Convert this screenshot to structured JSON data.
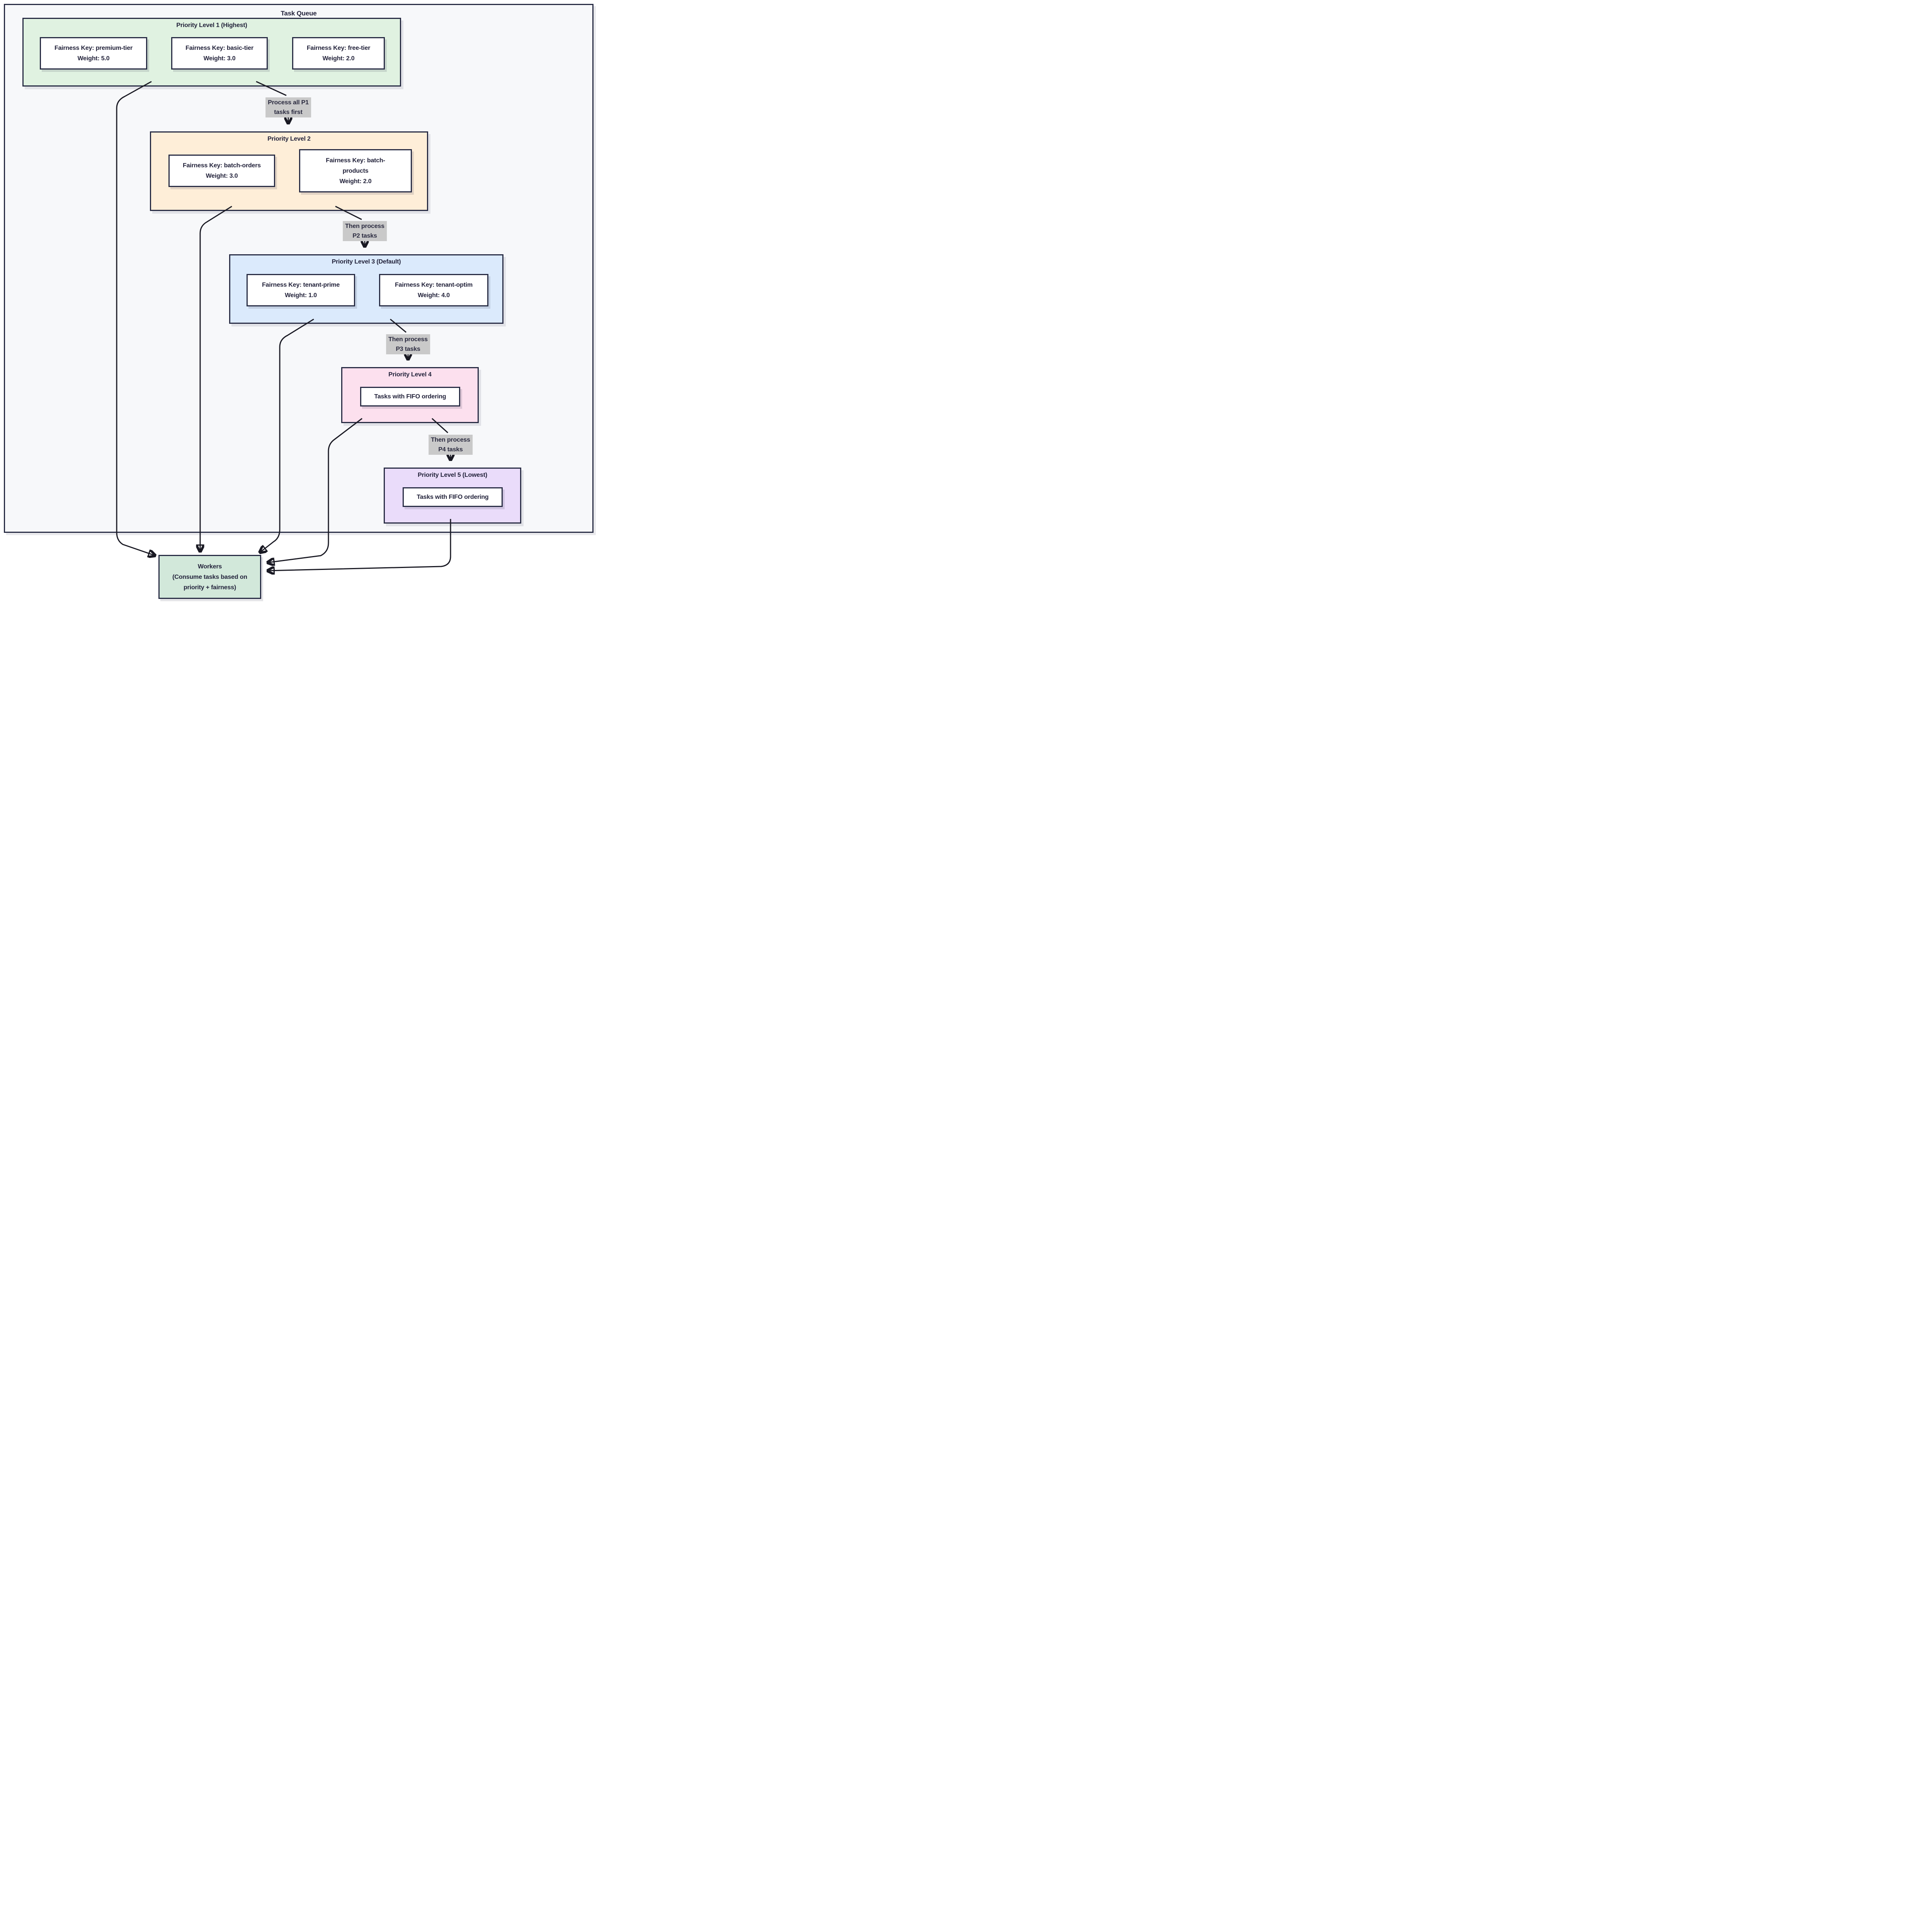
{
  "colors": {
    "page_bg": "#ffffff",
    "outer_bg": "#f7f8fa",
    "border": "#282c44",
    "arrow": "#191923",
    "level1_bg": "#e0f2e1",
    "level2_bg": "#feeed8",
    "level3_bg": "#dbeafc",
    "level4_bg": "#fce0ee",
    "level5_bg": "#eadcfa",
    "workers_bg": "#d2e8da",
    "edge_label_bg": "#c9c9c9",
    "text": "#23233b"
  },
  "outer": {
    "title": "Task Queue"
  },
  "levels": {
    "p1": {
      "title": "Priority Level 1 (Highest)",
      "nodes": {
        "premium": {
          "line1": "Fairness Key: premium-tier",
          "line2": "Weight: 5.0"
        },
        "basic": {
          "line1": "Fairness Key: basic-tier",
          "line2": "Weight: 3.0"
        },
        "free": {
          "line1": "Fairness Key: free-tier",
          "line2": "Weight: 2.0"
        }
      }
    },
    "p2": {
      "title": "Priority Level 2",
      "nodes": {
        "batch_orders": {
          "line1": "Fairness Key: batch-orders",
          "line2": "Weight: 3.0"
        },
        "batch_products": {
          "line1": "Fairness Key: batch-",
          "line2": "products",
          "line3": "Weight: 2.0"
        }
      }
    },
    "p3": {
      "title": "Priority Level 3 (Default)",
      "nodes": {
        "tenant_prime": {
          "line1": "Fairness Key: tenant-prime",
          "line2": "Weight: 1.0"
        },
        "tenant_optim": {
          "line1": "Fairness Key: tenant-optim",
          "line2": "Weight: 4.0"
        }
      }
    },
    "p4": {
      "title": "Priority Level 4",
      "nodes": {
        "fifo": {
          "line1": "Tasks with FIFO ordering"
        }
      }
    },
    "p5": {
      "title": "Priority Level 5 (Lowest)",
      "nodes": {
        "fifo": {
          "line1": "Tasks with FIFO ordering"
        }
      }
    }
  },
  "workers": {
    "line1": "Workers",
    "line2": "(Consume tasks based on",
    "line3": "priority + fairness)"
  },
  "edge_labels": {
    "p1_p2": {
      "line1": "Process all P1",
      "line2": "tasks first"
    },
    "p2_p3": {
      "line1": "Then process",
      "line2": "P2 tasks"
    },
    "p3_p4": {
      "line1": "Then process",
      "line2": "P3 tasks"
    },
    "p4_p5": {
      "line1": "Then process",
      "line2": "P4 tasks"
    }
  }
}
